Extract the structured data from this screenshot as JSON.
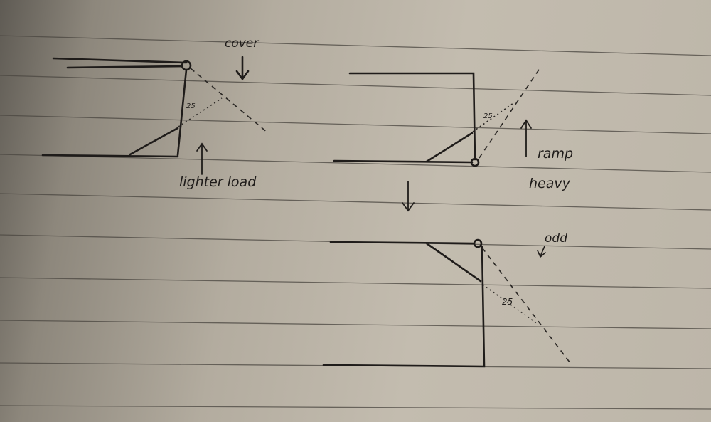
{
  "figure_1": {
    "top_label": "cover",
    "bottom_label": "lighter load",
    "angle": "25"
  },
  "figure_2": {
    "label_1": "ramp",
    "label_2": "heavy",
    "angle": "25"
  },
  "figure_3": {
    "label": "odd",
    "angle": "25"
  },
  "colors": {
    "paper": "#bdb6a9",
    "ink": "#1f1c1a"
  }
}
